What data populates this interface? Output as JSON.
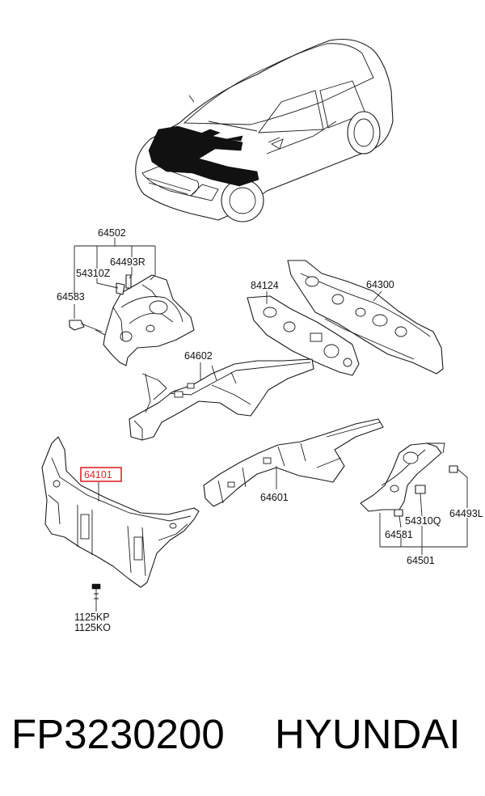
{
  "diagram": {
    "labels": {
      "p64502": "64502",
      "p54310Z": "54310Z",
      "p64493R": "64493R",
      "p64583": "64583",
      "p84124": "84124",
      "p64300": "64300",
      "p64602": "64602",
      "p64101": "64101",
      "p64601": "64601",
      "p54310Q": "54310Q",
      "p64493L": "64493L",
      "p64581": "64581",
      "p64501": "64501",
      "p1125KP": "1125KP",
      "p1125KO": "1125KO"
    },
    "highlight_color": "#e0242b"
  },
  "caption": {
    "part_number": "FP3230200",
    "brand": "HYUNDAI"
  }
}
